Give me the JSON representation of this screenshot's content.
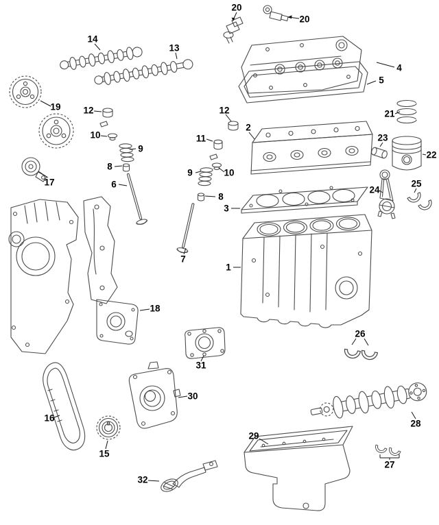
{
  "diagram": {
    "type": "exploded-parts-diagram",
    "subject": "engine-assembly",
    "colors": {
      "background": "#ffffff",
      "line": "#4a4a4a",
      "label": "#000000"
    },
    "callouts": [
      {
        "label": "20"
      },
      {
        "label": "20"
      },
      {
        "label": "14"
      },
      {
        "label": "13"
      },
      {
        "label": "4"
      },
      {
        "label": "5"
      },
      {
        "label": "19"
      },
      {
        "label": "12"
      },
      {
        "label": "21"
      },
      {
        "label": "12"
      },
      {
        "label": "2"
      },
      {
        "label": "10"
      },
      {
        "label": "11"
      },
      {
        "label": "23"
      },
      {
        "label": "9"
      },
      {
        "label": "22"
      },
      {
        "label": "8"
      },
      {
        "label": "17"
      },
      {
        "label": "9"
      },
      {
        "label": "10"
      },
      {
        "label": "25"
      },
      {
        "label": "6"
      },
      {
        "label": "24"
      },
      {
        "label": "8"
      },
      {
        "label": "3"
      },
      {
        "label": "7"
      },
      {
        "label": "1"
      },
      {
        "label": "18"
      },
      {
        "label": "26"
      },
      {
        "label": "31"
      },
      {
        "label": "30"
      },
      {
        "label": "16"
      },
      {
        "label": "28"
      },
      {
        "label": "15"
      },
      {
        "label": "29"
      },
      {
        "label": "27"
      },
      {
        "label": "32"
      }
    ]
  }
}
